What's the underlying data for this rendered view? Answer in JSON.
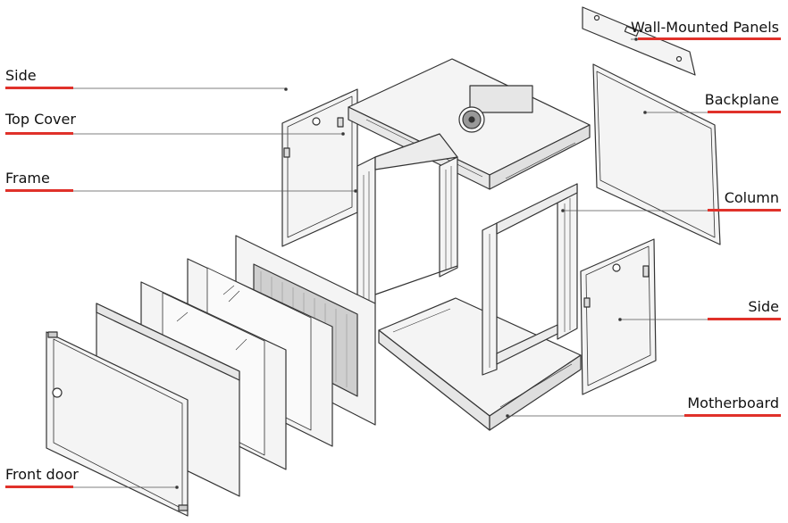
{
  "colors": {
    "accent": "#e0312a",
    "line": "#333333",
    "leader": "#555555",
    "fill": "#f4f4f4"
  },
  "labels": {
    "wall_mounted_panels": "Wall-Mounted Panels",
    "side_left": "Side",
    "top_cover": "Top Cover",
    "frame": "Frame",
    "backplane": "Backplane",
    "column": "Column",
    "side_right": "Side",
    "motherboard": "Motherboard",
    "front_door": "Front door"
  }
}
